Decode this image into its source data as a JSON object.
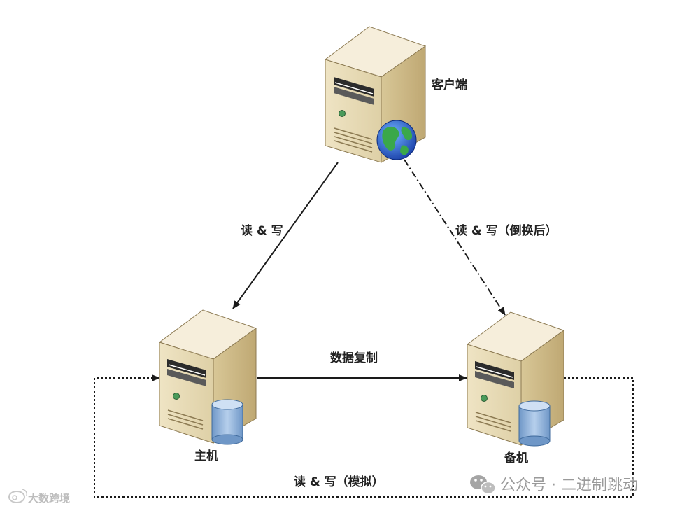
{
  "nodes": {
    "client": {
      "label": "客户端"
    },
    "primary": {
      "label": "主机"
    },
    "standby": {
      "label": "备机"
    }
  },
  "edges": {
    "client_to_primary": {
      "label": "读 & 写",
      "style": "solid"
    },
    "client_to_standby": {
      "label": "读 & 写（倒换后）",
      "style": "dash-dot"
    },
    "primary_to_standby": {
      "label": "数据复制",
      "style": "solid"
    },
    "standby_to_primary_loop": {
      "label": "读 & 写（模拟）",
      "style": "dotted"
    }
  },
  "watermarks": {
    "left": "大数跨境",
    "right": "公众号 · 二进制跳动"
  },
  "colors": {
    "server_front": "#e9dcb8",
    "server_side": "#d2bf8f",
    "server_top": "#f6eedb",
    "db_blue": "#8fb3dc",
    "line": "#1a1a1a"
  }
}
